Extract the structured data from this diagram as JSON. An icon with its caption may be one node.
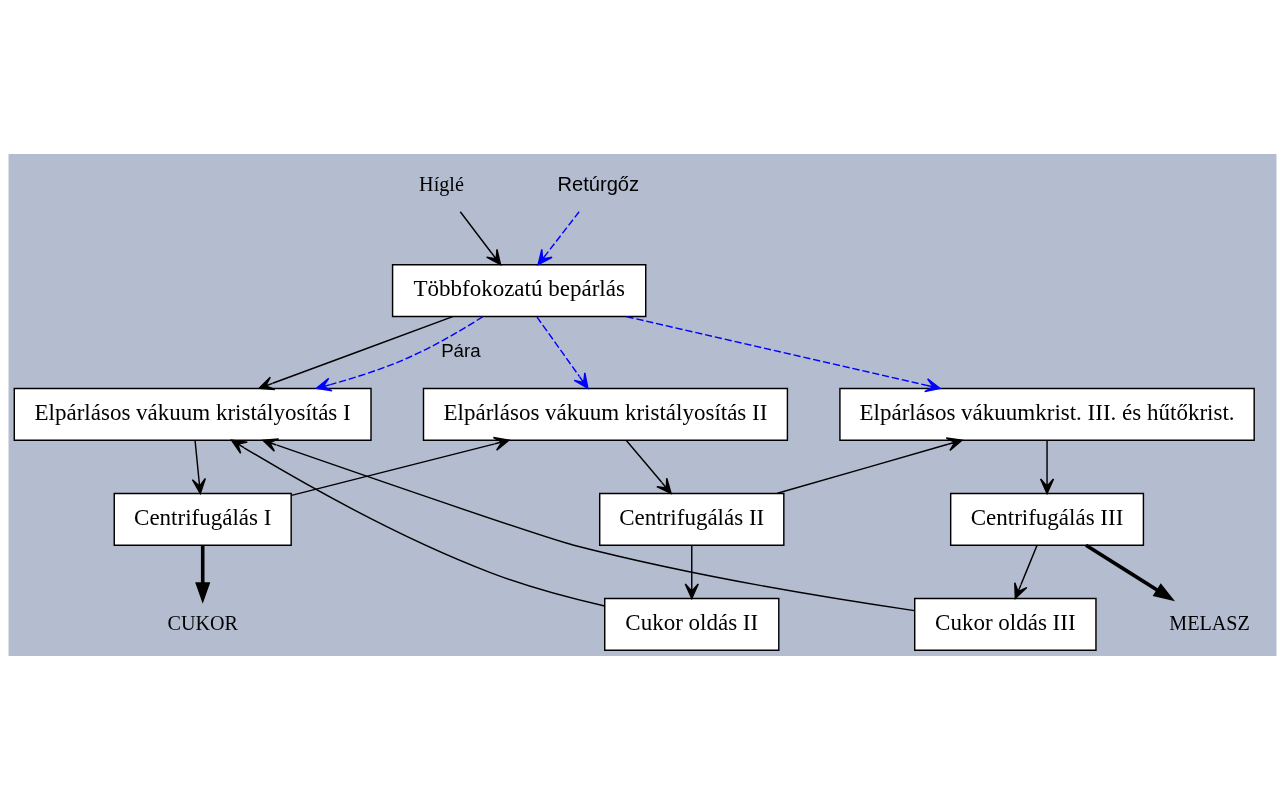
{
  "diagram": {
    "nodes": [
      {
        "text": [
          "Híglé"
        ]
      },
      {
        "text": [
          "Retúrgőz"
        ]
      },
      {
        "text": [
          "Többfokozatú bepárlás"
        ]
      },
      {
        "text": [
          "Elpárlásos vákuum kristályosítás I"
        ]
      },
      {
        "text": [
          "Centrifugálás I"
        ]
      },
      {
        "text": [
          "CUKOR"
        ]
      },
      {
        "text": [
          "Elpárlásos vákuum kristályosítás II"
        ]
      },
      {
        "text": [
          "Centrifugálás II"
        ]
      },
      {
        "text": [
          "Cukor oldás II"
        ]
      },
      {
        "text": [
          "Elpárlásos vákuumkrist. III. és hűtőkrist."
        ]
      },
      {
        "text": [
          "Centrifugálás III"
        ]
      },
      {
        "text": [
          "MELASZ"
        ]
      },
      {
        "text": [
          "Cukor oldás III"
        ]
      }
    ],
    "edges": [
      {
        "from": 0,
        "to": 2,
        "arrow": "to"
      },
      {
        "from": 1,
        "to": 2,
        "arrow": "to",
        "style": "dashed",
        "color": "#0000ff"
      },
      {
        "from": 2,
        "to": 3,
        "arrow": "to"
      },
      {
        "from": 2,
        "to": 3,
        "arrow": "to",
        "label": "Pára",
        "style": "dashed",
        "color": "#0000ff"
      },
      {
        "from": 2,
        "to": 6,
        "arrow": "to",
        "style": "dashed",
        "color": "#0000ff"
      },
      {
        "from": 2,
        "to": 9,
        "arrow": "to",
        "style": "dashed",
        "color": "#0000ff"
      },
      {
        "from": 3,
        "to": 4,
        "arrow": "to"
      },
      {
        "from": 4,
        "to": 5,
        "arrow": "to",
        "style": "thick"
      },
      {
        "from": 4,
        "to": 6,
        "arrow": "to"
      },
      {
        "from": 6,
        "to": 7,
        "arrow": "to"
      },
      {
        "from": 7,
        "to": 8,
        "arrow": "to"
      },
      {
        "from": 7,
        "to": 9,
        "arrow": "to"
      },
      {
        "from": 9,
        "to": 10,
        "arrow": "to"
      },
      {
        "from": 10,
        "to": 11,
        "arrow": "to",
        "style": "thick"
      },
      {
        "from": 10,
        "to": 12,
        "arrow": "to"
      },
      {
        "from": 8,
        "to": 3,
        "arrow": "to"
      },
      {
        "from": 12,
        "to": 3,
        "arrow": "to"
      }
    ]
  }
}
